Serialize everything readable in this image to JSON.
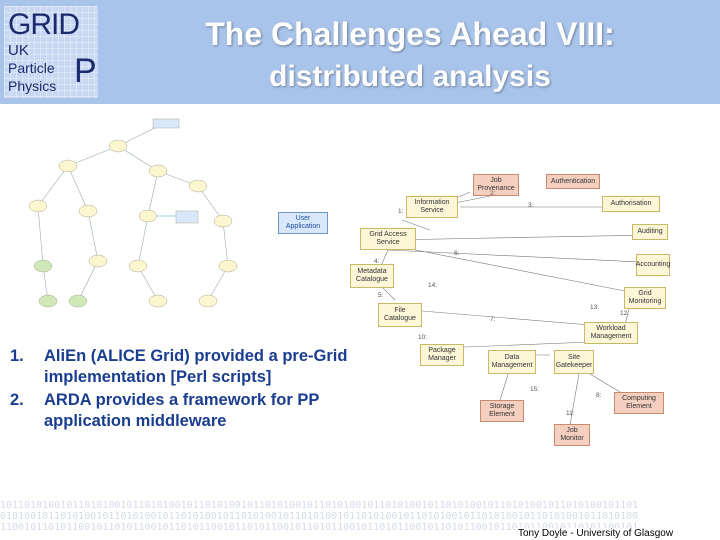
{
  "header": {
    "title_line1": "The Challenges Ahead VIII:",
    "title_line2": "distributed analysis",
    "logo": {
      "grid": "GRID",
      "uk": "UK",
      "particle": "Particle",
      "physics": "Physics",
      "p": "P"
    }
  },
  "arch": {
    "nodes": [
      {
        "id": "job-provenance",
        "label": "Job Provenance",
        "style": "orange"
      },
      {
        "id": "authentication",
        "label": "Authentication",
        "style": "orange"
      },
      {
        "id": "information-service",
        "label": "Information Service",
        "style": "yellow"
      },
      {
        "id": "authorisation",
        "label": "Authorisation",
        "style": "yellow"
      },
      {
        "id": "user-application",
        "label": "User Application",
        "style": "blue"
      },
      {
        "id": "grid-access-service",
        "label": "Grid Access Service",
        "style": "yellow"
      },
      {
        "id": "auditing",
        "label": "Auditing",
        "style": "yellow"
      },
      {
        "id": "metadata-catalogue",
        "label": "Metadata Catalogue",
        "style": "yellow"
      },
      {
        "id": "accounting",
        "label": "Accounting",
        "style": "yellow"
      },
      {
        "id": "grid-monitoring",
        "label": "Grid Monitoring",
        "style": "yellow"
      },
      {
        "id": "file-catalogue",
        "label": "File Catalogue",
        "style": "yellow"
      },
      {
        "id": "workload-management",
        "label": "Workload Management",
        "style": "yellow"
      },
      {
        "id": "package-manager",
        "label": "Package Manager",
        "style": "yellow"
      },
      {
        "id": "data-management",
        "label": "Data Management",
        "style": "yellow"
      },
      {
        "id": "site-gatekeeper",
        "label": "Site Gatekeeper",
        "style": "yellow"
      },
      {
        "id": "computing-element",
        "label": "Computing Element",
        "style": "orange"
      },
      {
        "id": "storage-element",
        "label": "Storage Element",
        "style": "orange"
      },
      {
        "id": "job-monitor",
        "label": "Job Monitor",
        "style": "orange"
      }
    ],
    "edge_labels": [
      "1:",
      "2:",
      "3:",
      "4:",
      "5:",
      "6:",
      "7:",
      "8:",
      "10:",
      "11:",
      "12:",
      "13:",
      "14:",
      "15:"
    ]
  },
  "bullets": [
    {
      "num": "1.",
      "text": "AliEn (ALICE Grid) provided a pre-Grid implementation [Perl scripts]"
    },
    {
      "num": "2.",
      "text": "ARDA provides a framework for PP application middleware"
    }
  ],
  "footer": "Tony Doyle - University of Glasgow",
  "colors": {
    "header_bg": "#a9c4ea",
    "bullet_text": "#1a3d8f",
    "node_yellow": "#fdf7d8",
    "node_orange": "#f4cfc0",
    "node_blue": "#d8e8fa"
  }
}
